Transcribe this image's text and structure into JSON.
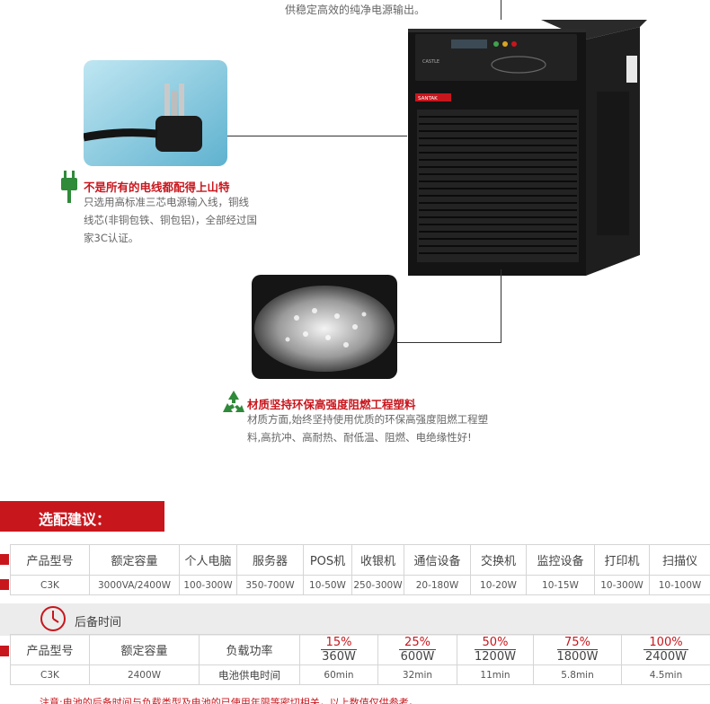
{
  "intro": "供稳定高效的纯净电源输出。",
  "ups": {
    "brand": "SANTAK",
    "series": "CASTLE"
  },
  "features": [
    {
      "title": "不是所有的电线都配得上山特",
      "lines": [
        "只选用高标准三芯电源输入线，铜线",
        "线芯(非铜包铁、铜包铝)，全部经过国",
        "家3C认证。"
      ]
    },
    {
      "title": "材质坚持环保高强度阻燃工程塑料",
      "lines": [
        "材质方面,始终坚持使用优质的环保高强度阻燃工程塑",
        "料,高抗冲、高耐热、耐低温、阻燃、电绝缘性好!"
      ]
    }
  ],
  "section_title": "选配建议：",
  "table1": {
    "headers": [
      "产品型号",
      "额定容量",
      "个人电脑",
      "服务器",
      "POS机",
      "收银机",
      "通信设备",
      "交换机",
      "监控设备",
      "打印机",
      "扫描仪"
    ],
    "row": [
      "C3K",
      "3000VA/2400W",
      "100-300W",
      "350-700W",
      "10-50W",
      "250-300W",
      "20-180W",
      "10-20W",
      "10-15W",
      "10-300W",
      "10-100W"
    ]
  },
  "backup": {
    "label": "后备时间",
    "icon": "clock-icon"
  },
  "table2": {
    "headers": [
      "产品型号",
      "额定容量",
      "负载功率"
    ],
    "loads": [
      {
        "pct": "15%",
        "watt": "360W"
      },
      {
        "pct": "25%",
        "watt": "600W"
      },
      {
        "pct": "50%",
        "watt": "1200W"
      },
      {
        "pct": "75%",
        "watt": "1800W"
      },
      {
        "pct": "100%",
        "watt": "2400W"
      }
    ],
    "row": [
      "C3K",
      "2400W",
      "电池供电时间",
      "60min",
      "32min",
      "11min",
      "5.8min",
      "4.5min"
    ]
  },
  "note": "注意:电池的后备时间与负载类型及电池的已使用年限等密切相关，以上数值仅供参考。",
  "colors": {
    "accent": "#c8161d",
    "text": "#555555",
    "icon_green": "#2f8a3a"
  }
}
